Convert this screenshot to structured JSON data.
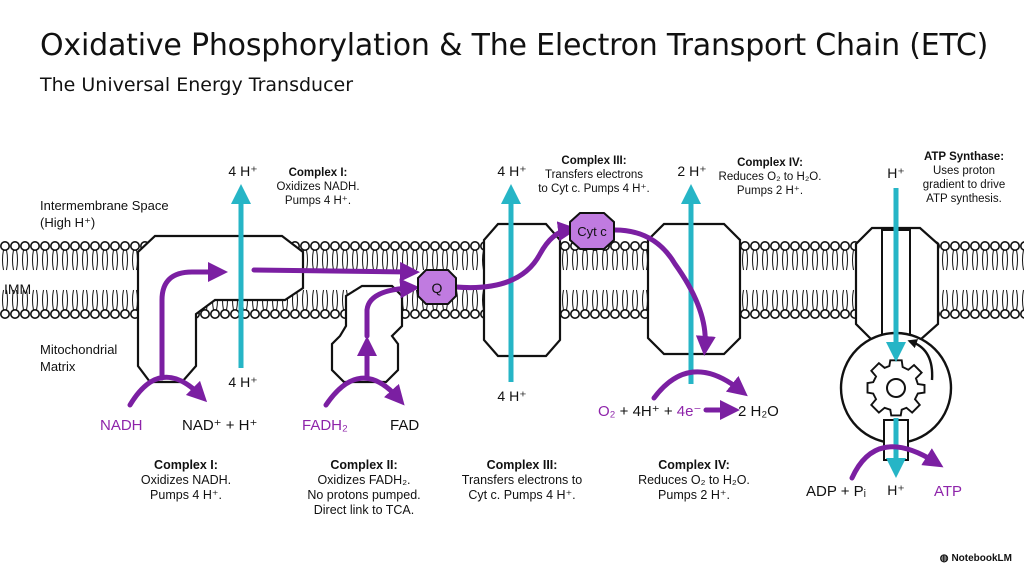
{
  "header": {
    "title": "Oxidative Phosphorylation & The Electron Transport Chain (ETC)",
    "subtitle": "The Universal Energy Transducer"
  },
  "regions": {
    "intermembrane_line1": "Intermembrane Space",
    "intermembrane_line2": "(High H⁺)",
    "imm": "IMM",
    "matrix_line1": "Mitochondrial",
    "matrix_line2": "Matrix"
  },
  "top_labels": {
    "c1": {
      "title": "Complex I:",
      "l1": "Oxidizes NADH.",
      "l2": "Pumps 4 H⁺."
    },
    "c3": {
      "title": "Complex III:",
      "l1": "Transfers electrons",
      "l2": "to Cyt c. Pumps 4 H⁺."
    },
    "c4": {
      "title": "Complex IV:",
      "l1": "Reduces O₂ to H₂O.",
      "l2": "Pumps 2 H⁺."
    },
    "atp": {
      "title": "ATP Synthase:",
      "l1": "Uses proton",
      "l2": "gradient to drive",
      "l3": "ATP synthesis."
    }
  },
  "bottom_labels": {
    "c1": {
      "title": "Complex I:",
      "l1": "Oxidizes NADH.",
      "l2": "Pumps 4 H⁺."
    },
    "c2": {
      "title": "Complex II:",
      "l1": "Oxidizes FADH₂.",
      "l2": "No protons pumped.",
      "l3": "Direct link to TCA."
    },
    "c3": {
      "title": "Complex III:",
      "l1": "Transfers electrons to",
      "l2": "Cyt c. Pumps 4 H⁺."
    },
    "c4": {
      "title": "Complex IV:",
      "l1": "Reduces O₂ to H₂O.",
      "l2": "Pumps 2 H⁺."
    }
  },
  "protons": {
    "c1_top": "4 H⁺",
    "c1_bottom": "4 H⁺",
    "c3_top": "4 H⁺",
    "c3_bottom": "4 H⁺",
    "c4_top": "2 H⁺",
    "atp_top": "H⁺",
    "atp_bottom": "H⁺"
  },
  "carriers": {
    "q": "Q",
    "cyt_c": "Cyt c"
  },
  "molecules": {
    "nadh": "NADH",
    "nad_products": "NAD⁺ + H⁺",
    "fadh2": "FADH₂",
    "fad": "FAD",
    "o2": "O₂",
    "four_h": " + 4H⁺ + ",
    "four_e": "4e⁻",
    "water": "2 H₂O",
    "adp_pi": "ADP + Pᵢ",
    "atp": "ATP"
  },
  "brand": "NotebookLM",
  "colors": {
    "electron_arrow": "#7B1FA2",
    "proton_arrow": "#26B5C6",
    "carrier_fill": "#C07BE0",
    "molecule_text": "#8E24AA"
  }
}
